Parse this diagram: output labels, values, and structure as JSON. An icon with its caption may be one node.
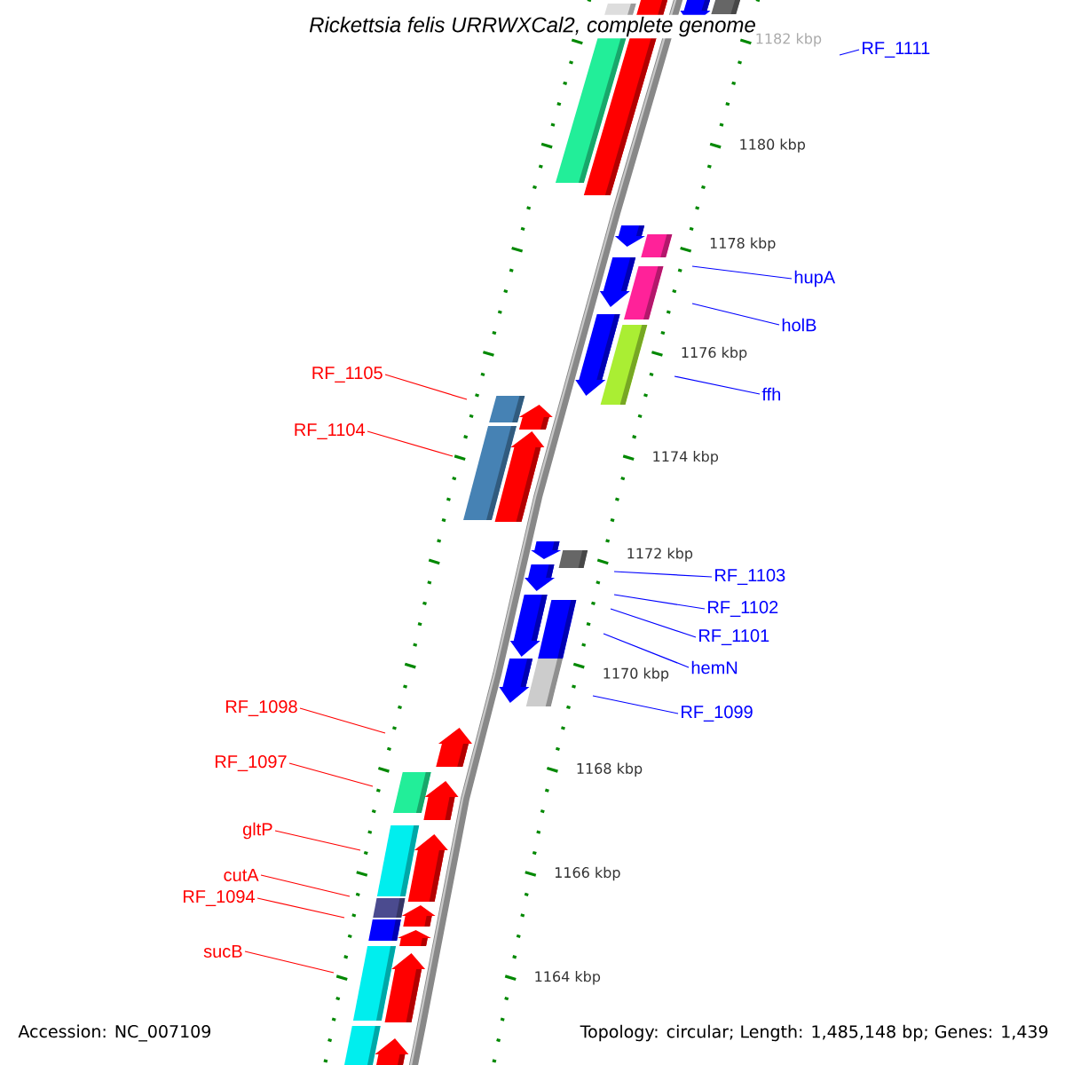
{
  "diagram": {
    "title": "Rickettsia felis URRWXCal2, complete genome",
    "nodes": [
      {
        "text": [
          "RF_1111"
        ]
      },
      {
        "text": [
          "hupA"
        ]
      },
      {
        "text": [
          "holB"
        ]
      },
      {
        "text": [
          "ffh"
        ]
      },
      {
        "text": [
          "RF_1103"
        ]
      },
      {
        "text": [
          "RF_1102"
        ]
      },
      {
        "text": [
          "RF_1101"
        ]
      },
      {
        "text": [
          "hemN"
        ]
      },
      {
        "text": [
          "RF_1099"
        ]
      },
      {
        "text": [
          "RF_1105"
        ]
      },
      {
        "text": [
          "RF_1104"
        ]
      },
      {
        "text": [
          "RF_1098"
        ]
      },
      {
        "text": [
          "RF_1097"
        ]
      },
      {
        "text": [
          "gltP"
        ]
      },
      {
        "text": [
          "cutA"
        ]
      },
      {
        "text": [
          "RF_1094"
        ]
      },
      {
        "text": [
          "sucB"
        ]
      }
    ],
    "edges": [
      {
        "from": 0,
        "to": null,
        "arrow": "none"
      },
      {
        "from": 1,
        "to": null,
        "arrow": "none"
      },
      {
        "from": 2,
        "to": null,
        "arrow": "none"
      },
      {
        "from": 3,
        "to": null,
        "arrow": "none"
      },
      {
        "from": 4,
        "to": null,
        "arrow": "none"
      },
      {
        "from": 5,
        "to": null,
        "arrow": "none"
      },
      {
        "from": 6,
        "to": null,
        "arrow": "none"
      },
      {
        "from": 7,
        "to": null,
        "arrow": "none"
      },
      {
        "from": 8,
        "to": null,
        "arrow": "none"
      },
      {
        "from": 9,
        "to": null,
        "arrow": "none",
        "color": "#ff0000"
      },
      {
        "from": 10,
        "to": null,
        "arrow": "none",
        "color": "#ff0000"
      },
      {
        "from": 11,
        "to": null,
        "arrow": "none",
        "color": "#ff0000"
      },
      {
        "from": 12,
        "to": null,
        "arrow": "none",
        "color": "#ff0000"
      },
      {
        "from": 13,
        "to": null,
        "arrow": "none",
        "color": "#ff0000"
      },
      {
        "from": 14,
        "to": null,
        "arrow": "none",
        "color": "#ff0000"
      },
      {
        "from": 15,
        "to": null,
        "arrow": "none",
        "color": "#ff0000"
      },
      {
        "from": 16,
        "to": null,
        "arrow": "none",
        "color": "#ff0000"
      }
    ],
    "labels": [
      "1182 kbp",
      "1180 kbp",
      "1178 kbp",
      "1176 kbp",
      "1174 kbp",
      "1172 kbp",
      "1170 kbp",
      "1168 kbp",
      "1166 kbp",
      "1164 kbp",
      "Accession: NC_007109",
      "Topology: circular; Length: 1,485,148 bp; Genes: 1,439"
    ]
  }
}
